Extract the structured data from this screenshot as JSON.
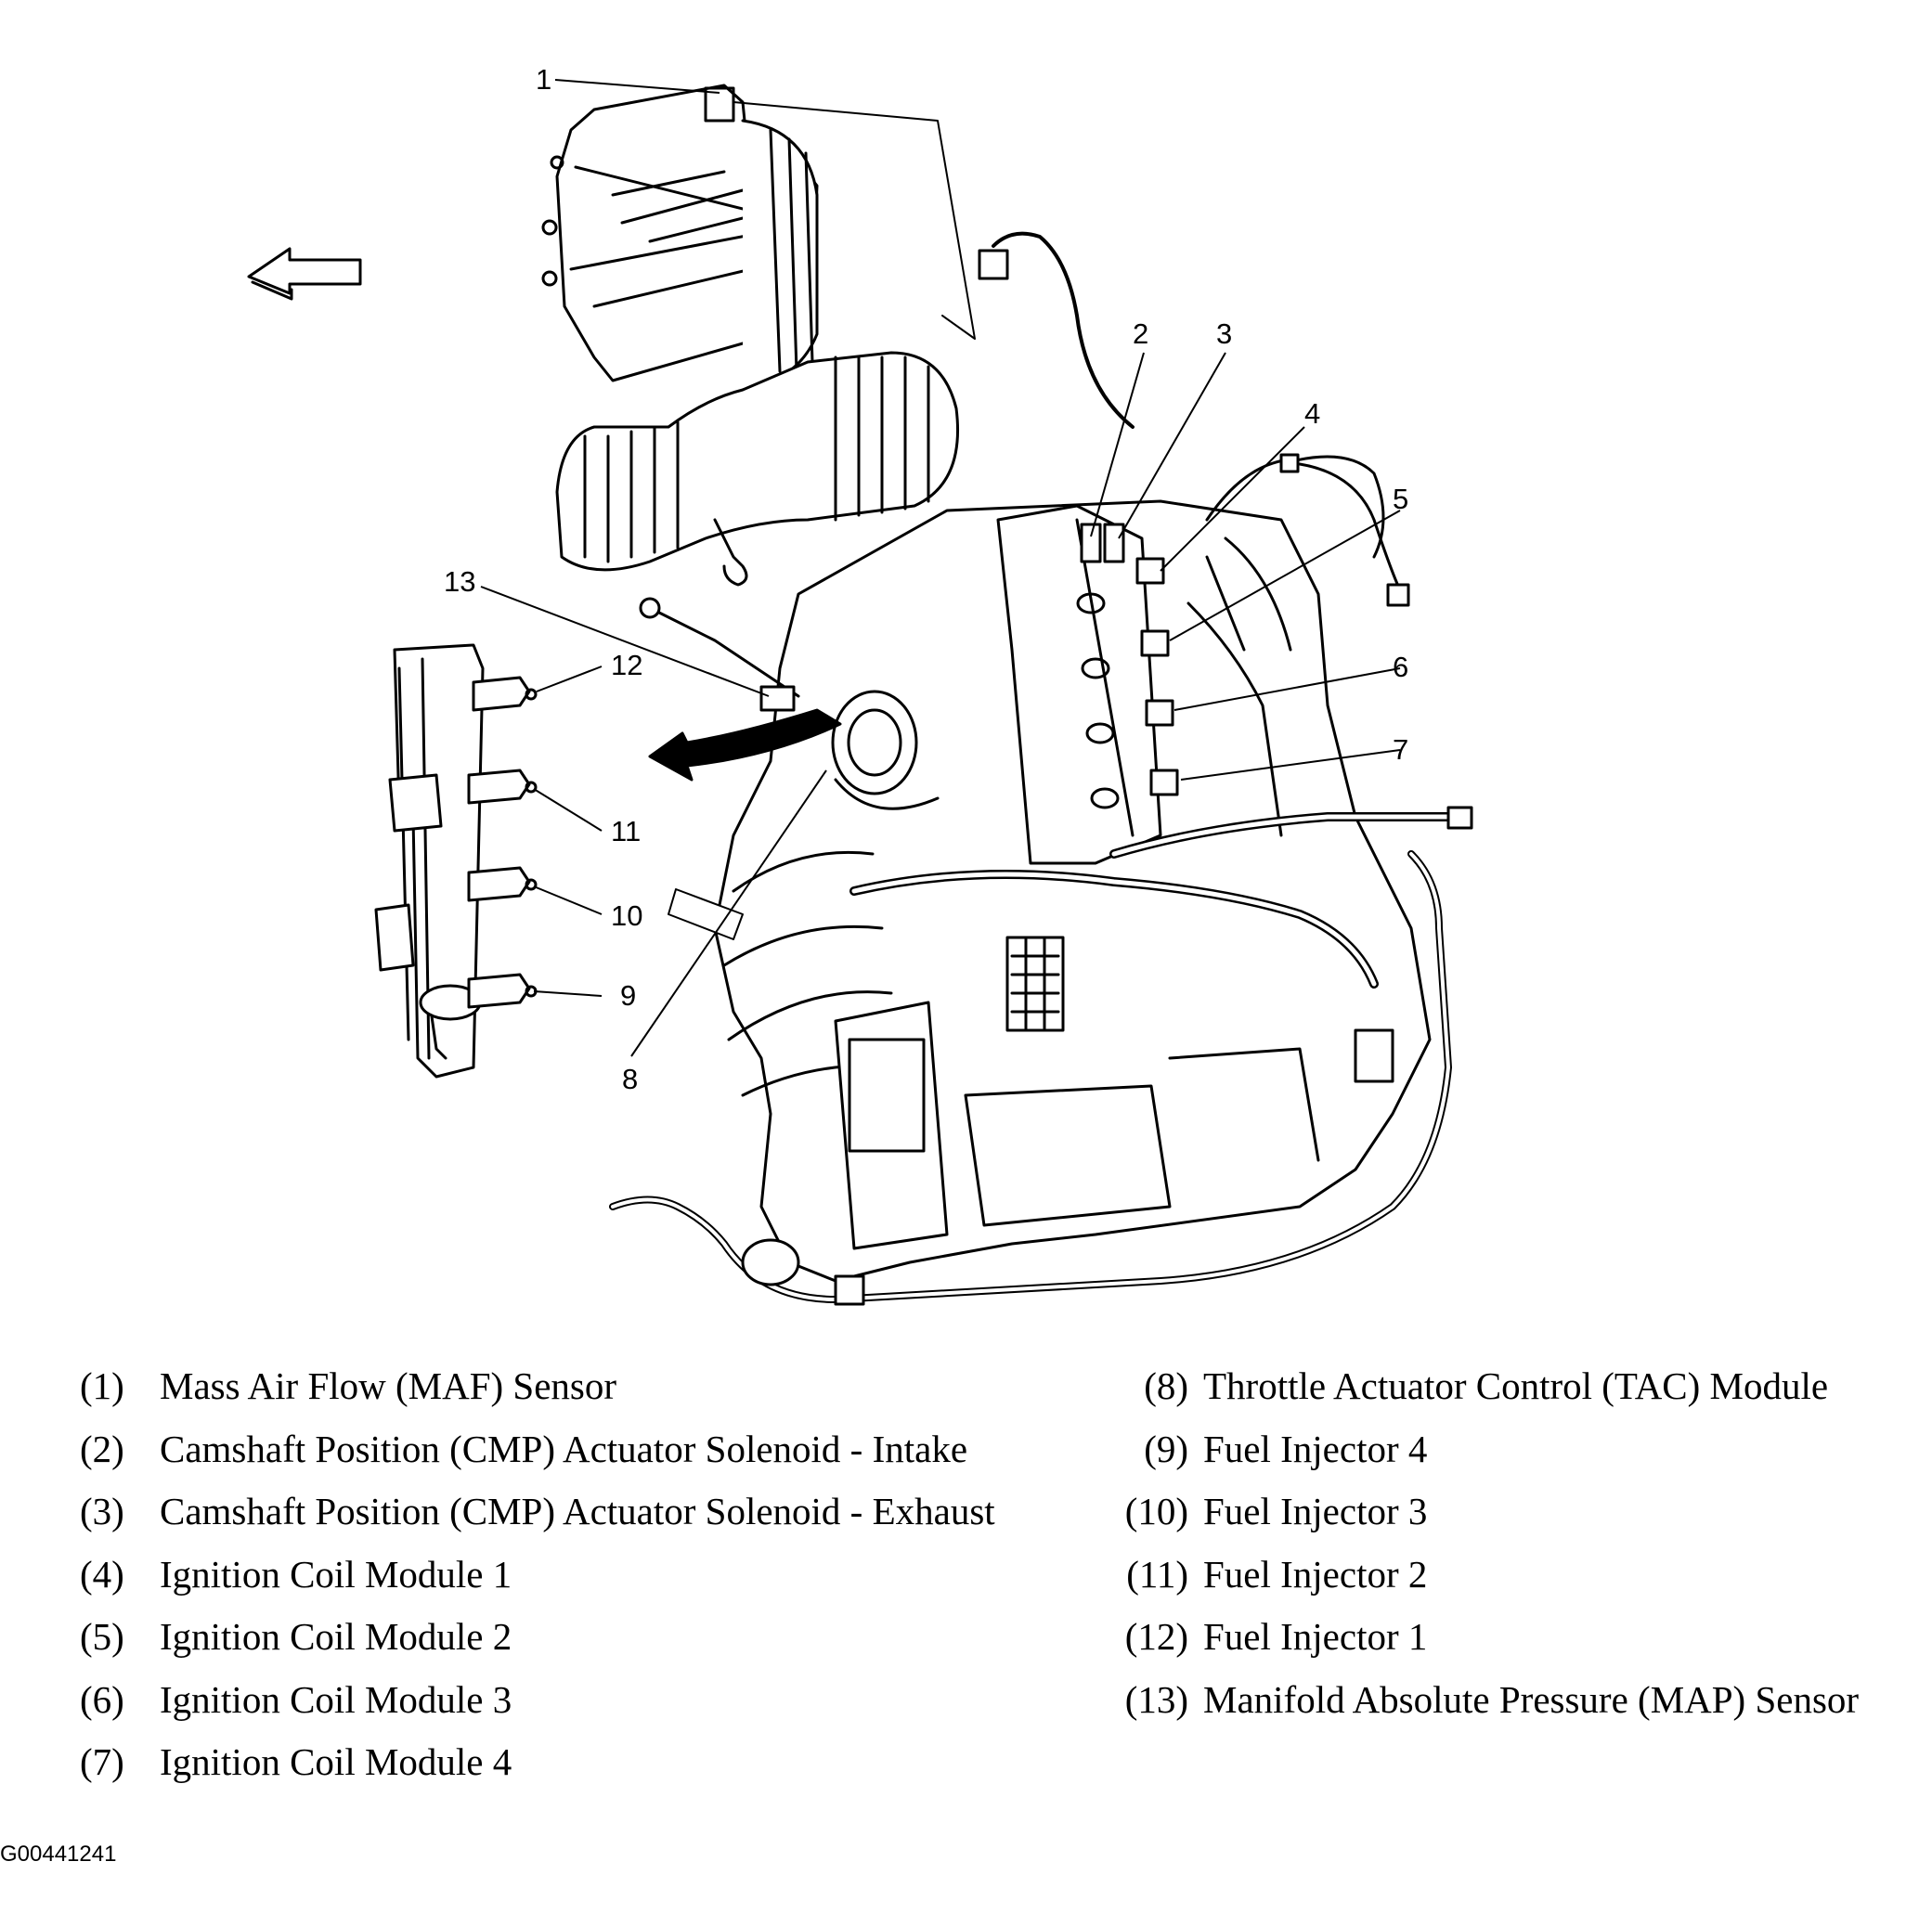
{
  "callouts": {
    "c1": "1",
    "c2": "2",
    "c3": "3",
    "c4": "4",
    "c5": "5",
    "c6": "6",
    "c7": "7",
    "c8": "8",
    "c9": "9",
    "c10": "10",
    "c11": "11",
    "c12": "12",
    "c13": "13"
  },
  "legend": {
    "left": [
      {
        "num": "(1)",
        "text": "Mass Air Flow (MAF) Sensor"
      },
      {
        "num": "(2)",
        "text": "Camshaft Position (CMP) Actuator Solenoid - Intake"
      },
      {
        "num": "(3)",
        "text": "Camshaft Position (CMP) Actuator Solenoid - Exhaust"
      },
      {
        "num": "(4)",
        "text": "Ignition Coil Module 1"
      },
      {
        "num": "(5)",
        "text": "Ignition Coil Module 2"
      },
      {
        "num": "(6)",
        "text": "Ignition Coil Module 3"
      },
      {
        "num": "(7)",
        "text": "Ignition Coil Module 4"
      }
    ],
    "right": [
      {
        "num": "(8)",
        "text": "Throttle Actuator Control (TAC) Module"
      },
      {
        "num": "(9)",
        "text": "Fuel Injector 4"
      },
      {
        "num": "(10)",
        "text": "Fuel Injector 3"
      },
      {
        "num": "(11)",
        "text": "Fuel Injector 2"
      },
      {
        "num": "(12)",
        "text": "Fuel Injector 1"
      },
      {
        "num": "(13)",
        "text": "Manifold Absolute Pressure (MAP) Sensor"
      }
    ]
  },
  "figure_id": "G00441241"
}
